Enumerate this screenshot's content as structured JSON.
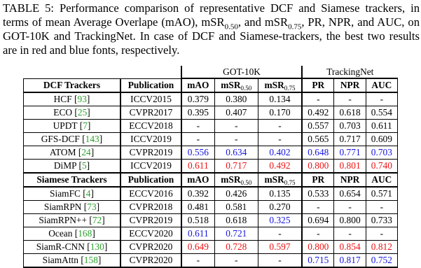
{
  "caption": {
    "label": "TABLE 5:",
    "part1": "Performance comparison of representative DCF and Siamese trackers, in terms of mean Average Overlape (mAO), mSR",
    "sub1": "0.50",
    "part2": ", and mSR",
    "sub2": "0.75",
    "part3": ", PR, NPR, and AUC, on GOT-10K and TrackingNet. In case of DCF and Siamese-trackers, the best two results are in red and blue fonts, respectively."
  },
  "groups": {
    "got10k": "GOT-10K",
    "trackingnet": "TrackingNet"
  },
  "dcf_header": {
    "tracker": "DCF Trackers",
    "publication": "Publication",
    "mao": "mAO",
    "msr50": "mSR",
    "msr50_sub": "0.50",
    "msr75": "mSR",
    "msr75_sub": "0.75",
    "pr": "PR",
    "npr": "NPR",
    "auc": "AUC"
  },
  "dcf_rows": [
    {
      "name": "HCF",
      "ref": "93",
      "pub": "ICCV2015",
      "mao": "0.379",
      "msr50": "0.380",
      "msr75": "0.134",
      "pr": "-",
      "npr": "-",
      "auc": "-"
    },
    {
      "name": "ECO",
      "ref": "25",
      "pub": "CVPR2017",
      "mao": "0.395",
      "msr50": "0.407",
      "msr75": "0.170",
      "pr": "0.492",
      "npr": "0.618",
      "auc": "0.554"
    },
    {
      "name": "UPDT",
      "ref": "7",
      "pub": "ECCV2018",
      "mao": "-",
      "msr50": "-",
      "msr75": "-",
      "pr": "0.557",
      "npr": "0.703",
      "auc": "0.611"
    },
    {
      "name": "GFS-DCF",
      "ref": "143",
      "pub": "ICCV2019",
      "mao": "-",
      "msr50": "-",
      "msr75": "-",
      "pr": "0.565",
      "npr": "0.717",
      "auc": "0.609"
    },
    {
      "name": "ATOM",
      "ref": "24",
      "pub": "CVPR2019",
      "mao": "0.556",
      "msr50": "0.634",
      "msr75": "0.402",
      "pr": "0.648",
      "npr": "0.771",
      "auc": "0.703"
    },
    {
      "name": "DiMP",
      "ref": "5",
      "pub": "ICCV2019",
      "mao": "0.611",
      "msr50": "0.717",
      "msr75": "0.492",
      "pr": "0.800",
      "npr": "0.801",
      "auc": "0.740"
    }
  ],
  "siam_header": {
    "tracker": "Siamese Trackers",
    "publication": "Publication",
    "mao": "mAO",
    "msr50": "mSR",
    "msr50_sub": "0.50",
    "msr75": "mSR",
    "msr75_sub": "0.75",
    "pr": "PR",
    "npr": "NPR",
    "auc": "AUC"
  },
  "siam_rows": [
    {
      "name": "SiamFC",
      "ref": "4",
      "pub": "ECCV2016",
      "mao": "0.392",
      "msr50": "0.426",
      "msr75": "0.135",
      "pr": "0.533",
      "npr": "0.654",
      "auc": "0.571"
    },
    {
      "name": "SiamRPN",
      "ref": "73",
      "pub": "CVPR2018",
      "mao": "0.481",
      "msr50": "0.581",
      "msr75": "0.270",
      "pr": "-",
      "npr": "-",
      "auc": "-"
    },
    {
      "name": "SiamRPN++",
      "ref": "72",
      "pub": "CVPR2019",
      "mao": "0.518",
      "msr50": "0.618",
      "msr75": "0.325",
      "pr": "0.694",
      "npr": "0.800",
      "auc": "0.733"
    },
    {
      "name": "Ocean",
      "ref": "168",
      "pub": "ECCV2020",
      "mao": "0.611",
      "msr50": "0.721",
      "msr75": "-",
      "pr": "-",
      "npr": "-",
      "auc": "-"
    },
    {
      "name": "SiamR-CNN",
      "ref": "130",
      "pub": "CVPR2020",
      "mao": "0.649",
      "msr50": "0.728",
      "msr75": "0.597",
      "pr": "0.800",
      "npr": "0.854",
      "auc": "0.812"
    },
    {
      "name": "SiamAttn",
      "ref": "158",
      "pub": "CVPR2020",
      "mao": "-",
      "msr50": "-",
      "msr75": "-",
      "pr": "0.715",
      "npr": "0.817",
      "auc": "0.752"
    }
  ],
  "highlight_colors": {
    "best": "#ee1111",
    "second": "#1515e0",
    "citation": "#2ca02c"
  }
}
